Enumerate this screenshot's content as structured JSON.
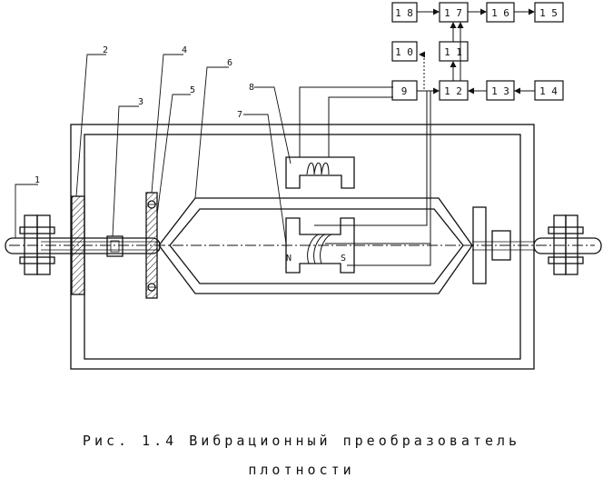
{
  "blocks": {
    "b18": "1 8",
    "b17": "1 7",
    "b16": "1 6",
    "b15": "1 5",
    "b10": "1 0",
    "b11": "1 1",
    "b9": "9",
    "b12": "1 2",
    "b13": "1 3",
    "b14": "1 4"
  },
  "callouts": {
    "c1": "1",
    "c2": "2",
    "c3": "3",
    "c4": "4",
    "c5": "5",
    "c6": "6",
    "c7": "7",
    "c8": "8"
  },
  "poles": {
    "north": "N",
    "south": "S"
  },
  "caption": {
    "line1": "Рис. 1.4 Вибрационный преобразователь",
    "line2": "плотности"
  }
}
